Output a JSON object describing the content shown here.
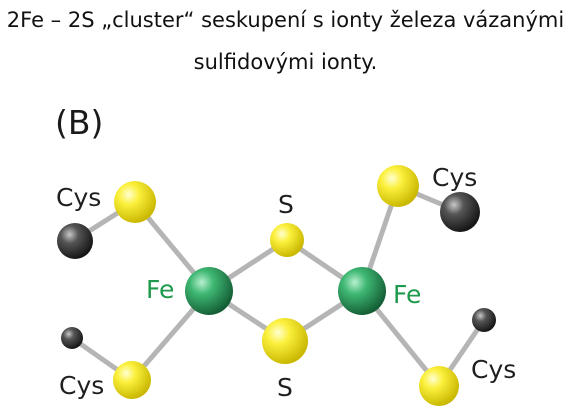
{
  "caption": {
    "line1": "2Fe – 2S „cluster“ seskupení s ionty železa vázanými",
    "line2": "sulfidovými ionty."
  },
  "panel_label": "(B)",
  "atom_labels": {
    "cys_top_left": "Cys",
    "cys_top_right": "Cys",
    "cys_bottom_left": "Cys",
    "cys_bottom_right": "Cys",
    "s_top": "S",
    "s_bottom": "S",
    "fe_left": "Fe",
    "fe_right": "Fe"
  },
  "colors": {
    "sulfur": "#f2e21a",
    "iron": "#2e9f5c",
    "carbon": "#3a3a3a",
    "bond": "#b9b9b9",
    "fe_label": "#1f9a4c"
  }
}
